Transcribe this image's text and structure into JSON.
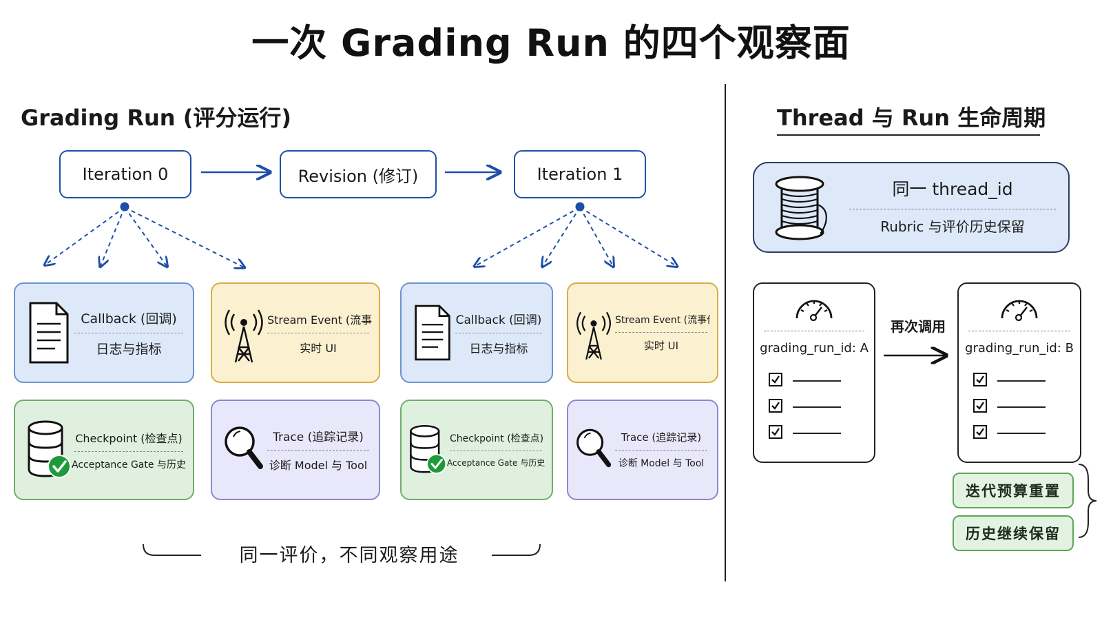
{
  "title": "一次 Grading Run 的四个观察面",
  "left_section": {
    "title": "Grading Run (评分运行)",
    "stages": [
      "Iteration 0",
      "Revision (修订)",
      "Iteration 1"
    ],
    "footer": "同一评价，不同观察用途"
  },
  "cards": {
    "callback": {
      "title": "Callback (回调)",
      "subtitle": "日志与指标",
      "icon": "document-icon"
    },
    "stream": {
      "title": "Stream Event (流事件)",
      "subtitle": "实时 UI",
      "icon": "broadcast-tower-icon"
    },
    "checkpoint": {
      "title": "Checkpoint (检查点)",
      "subtitle": "Acceptance Gate 与历史",
      "icon": "database-check-icon"
    },
    "trace": {
      "title": "Trace (追踪记录)",
      "subtitle": "诊断 Model 与 Tool",
      "icon": "magnifier-icon"
    }
  },
  "right_section": {
    "title": "Thread 与 Run 生命周期",
    "thread": {
      "title": "同一 thread_id",
      "subtitle": "Rubric 与评价历史保留",
      "icon": "thread-spool-icon"
    },
    "run_a": "grading_run_id: A",
    "run_b": "grading_run_id: B",
    "arrow_label": "再次调用",
    "notes": [
      "迭代预算重置",
      "历史继续保留"
    ]
  },
  "colors": {
    "accent_blue": "#1e4fa8",
    "card_blue": "#dde9f9",
    "card_yellow": "#fbf1d0",
    "card_green": "#dff1de",
    "card_purple": "#e9e7fa"
  }
}
